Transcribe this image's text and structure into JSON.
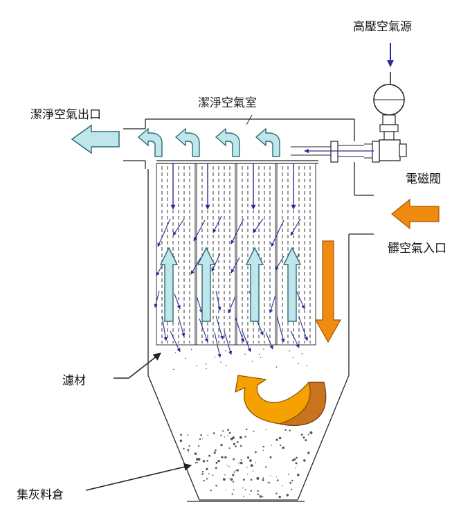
{
  "labels": {
    "high_pressure_air_source": "高壓空氣源",
    "clean_air_chamber": "潔淨空氣室",
    "clean_air_outlet": "潔淨空氣出口",
    "solenoid_valve": "電磁閥",
    "dirty_air_inlet": "髒空氣入口",
    "filter_media": "濾材",
    "dust_hopper": "集灰料倉"
  },
  "colors": {
    "clean_arrow_fill": "#bfe6ea",
    "clean_arrow_stroke": "#2a6b73",
    "dirty_arrow_fill": "#f08a10",
    "swirl_dark": "#b8641a",
    "pulse_arrow": "#2a2a96",
    "outline": "#222222"
  }
}
